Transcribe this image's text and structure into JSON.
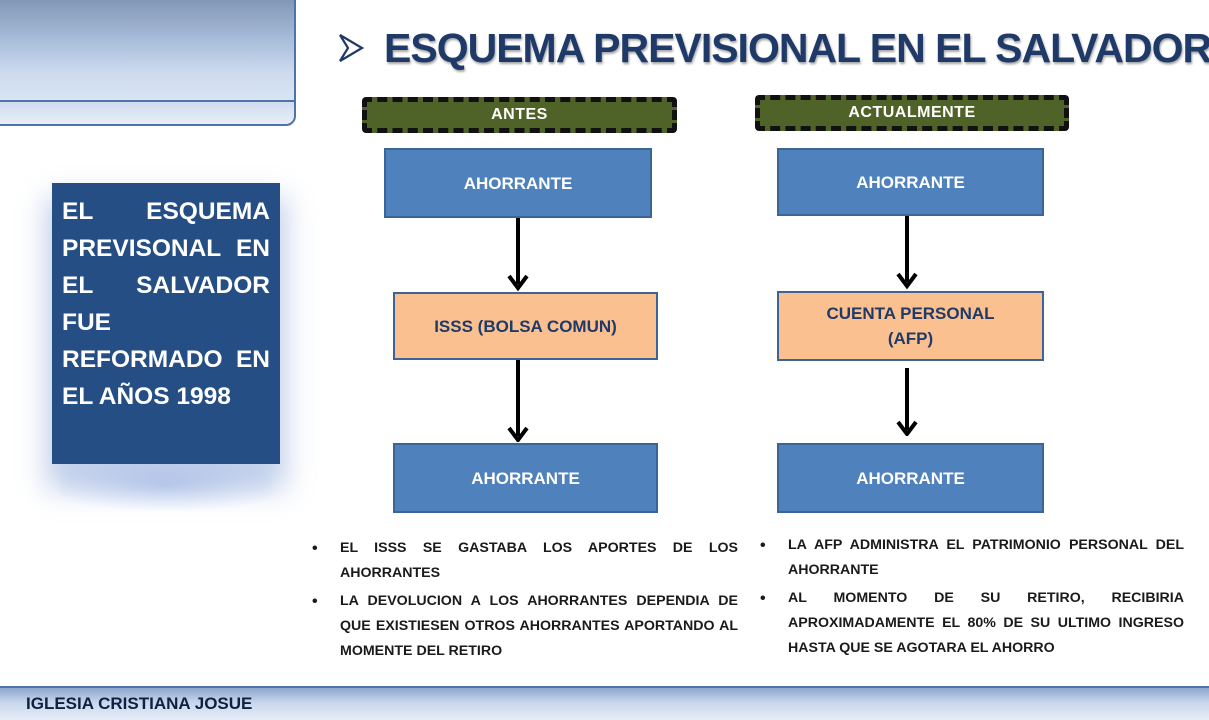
{
  "title": "ESQUEMA PREVISIONAL EN EL SALVADOR",
  "side_note": "EL ESQUEMA PREVISONAL EN EL SALVADOR FUE REFORMADO EN EL AÑOS 1998",
  "before": {
    "tag": "ANTES",
    "top_node": "AHORRANTE",
    "middle_node": "ISSS (BOLSA COMUN)",
    "bottom_node": "AHORRANTE",
    "bullets": [
      "EL ISSS SE GASTABA LOS APORTES DE LOS AHORRANTES",
      "LA DEVOLUCION A LOS AHORRANTES DEPENDIA DE QUE EXISTIESEN OTROS AHORRANTES APORTANDO AL MOMENTE DEL RETIRO"
    ]
  },
  "now": {
    "tag": "ACTUALMENTE",
    "top_node": "AHORRANTE",
    "middle_node_line1": "CUENTA PERSONAL",
    "middle_node_line2": "(AFP)",
    "bottom_node": "AHORRANTE",
    "bullets": [
      "LA AFP ADMINISTRA EL PATRIMONIO PERSONAL DEL AHORRANTE",
      "AL MOMENTO DE SU RETIRO, RECIBIRIA APROXIMADAMENTE EL 80% DE SU ULTIMO INGRESO HASTA QUE SE AGOTARA EL AHORRO"
    ]
  },
  "footer": "IGLESIA CRISTIANA JOSUE",
  "colors": {
    "title": "#1f3a68",
    "side_box": "#244e84",
    "tag": "#4f6228",
    "node_blue": "#4f81bd",
    "node_peach": "#fac090"
  }
}
